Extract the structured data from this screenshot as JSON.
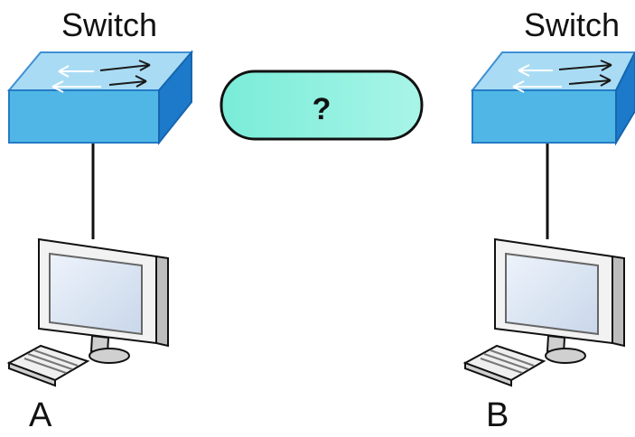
{
  "diagram": {
    "left_switch_label": "Switch",
    "right_switch_label": "Switch",
    "cloud_label": "?",
    "left_host_label": "A",
    "right_host_label": "B"
  },
  "colors": {
    "switch_top": "#a9dcf4",
    "switch_front": "#4fb6e6",
    "switch_side": "#1d79c9",
    "cloud_fill": "#87efdf",
    "cloud_stroke": "#111111",
    "monitor_screen": "#d7e2f2",
    "device_gray": "#cfcfcf",
    "cable": "#111111"
  },
  "icons": {
    "switch": "switch-icon",
    "computer": "desktop-computer-icon",
    "network_cloud": "network-cloud-icon"
  }
}
